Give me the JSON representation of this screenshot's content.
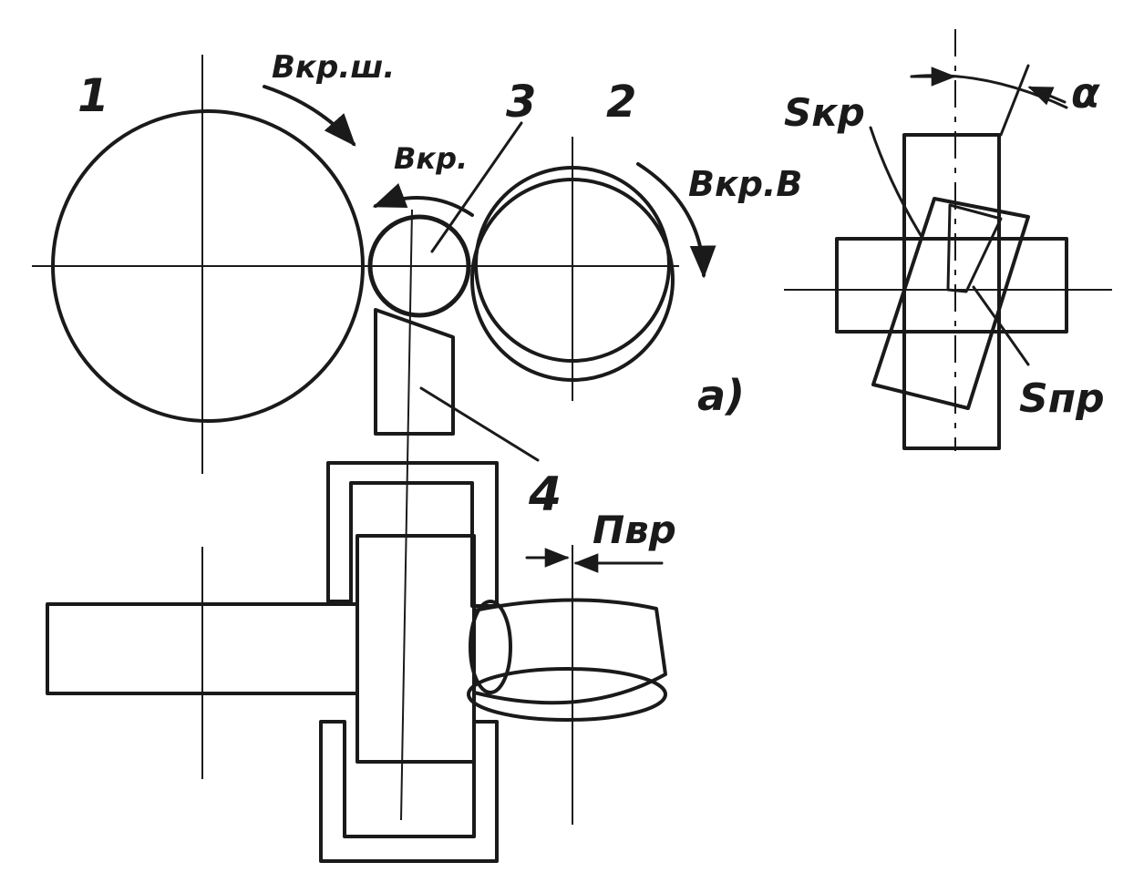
{
  "labels": {
    "wheel_grinding": "1",
    "wheel_regulating": "2",
    "workpiece": "3",
    "support_knife": "4",
    "speed_grinding": "Bкр.ш.",
    "speed_workpiece": "Bкр.",
    "speed_regulating": "Bкр.B",
    "feed_circular": "Sкр",
    "feed_longitudinal": "Sпр",
    "angle_alpha": "α",
    "feed_traverse": "Пвр",
    "view_a": "a)"
  },
  "colors": {
    "ink": "#1a1a1a",
    "paper": "#ffffff"
  }
}
